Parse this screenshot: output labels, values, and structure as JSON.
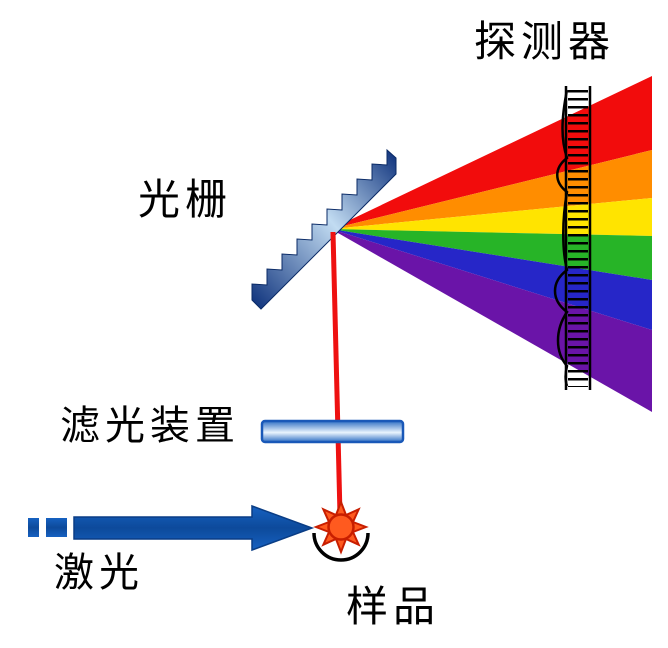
{
  "diagram": {
    "labels": {
      "detector": "探测器",
      "grating": "光栅",
      "filter": "滤光装置",
      "laser": "激光",
      "sample": "样品"
    },
    "colors": {
      "spectrum_red": "#f20c0c",
      "spectrum_orange": "#ff8d00",
      "spectrum_yellow": "#ffe400",
      "spectrum_green": "#27b427",
      "spectrum_blue": "#2626c8",
      "spectrum_violet": "#6a14a8",
      "laser_blue": "#1661c1",
      "laser_blue_dark": "#0d4a9b",
      "beam_red": "#ee1111",
      "grating_blue_dark": "#0b2f7a",
      "grating_blue_light": "#c2dcf2",
      "filter_blue": "#2f6fc4",
      "filter_light": "#eaf4fd",
      "filter_border": "#1958b8",
      "sample_orange": "#ff5a1f",
      "sample_outline": "#c81e00",
      "detector_black": "#000000"
    }
  }
}
